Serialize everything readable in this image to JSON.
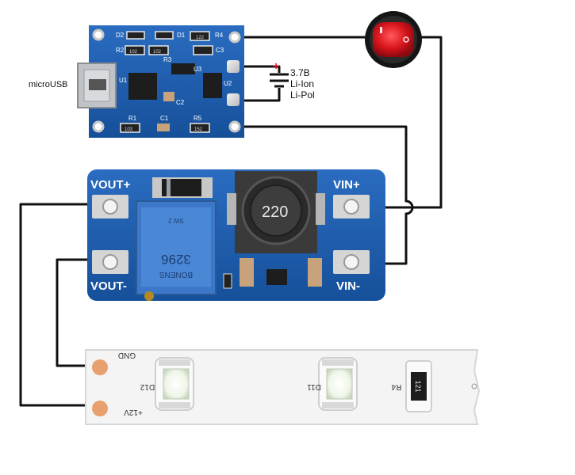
{
  "charger": {
    "usb_label": "microUSB",
    "silk": [
      "D2",
      "D1",
      "R4",
      "R2",
      "R3",
      "C3",
      "U1",
      "U3",
      "U2",
      "C2",
      "R1",
      "C1",
      "R5"
    ],
    "chip_marks": [
      "102",
      "102",
      "122",
      "103",
      "152"
    ]
  },
  "battery": {
    "plus": "+",
    "line1": "3.7B",
    "line2": "Li-Ion",
    "line3": "Li-Pol"
  },
  "switch": {
    "icon": "rocker-switch-icon",
    "color": "#d8141c"
  },
  "booster": {
    "vout_plus": "VOUT+",
    "vout_minus": "VOUT-",
    "vin_plus": "VIN+",
    "vin_minus": "VIN-",
    "inductor": "220",
    "pot_line1": "3296",
    "pot_line2": "BONENS",
    "pot_line3": "SW 2"
  },
  "strip": {
    "gnd": "GND",
    "v12": "+12V",
    "d12": "D12",
    "d11": "D11",
    "r4": "R4",
    "r4_value": "121"
  },
  "colors": {
    "pcb": "#1a5aa8",
    "pcb_dark": "#0d3f80",
    "wire": "#111111",
    "copper": "#e7a06e"
  }
}
